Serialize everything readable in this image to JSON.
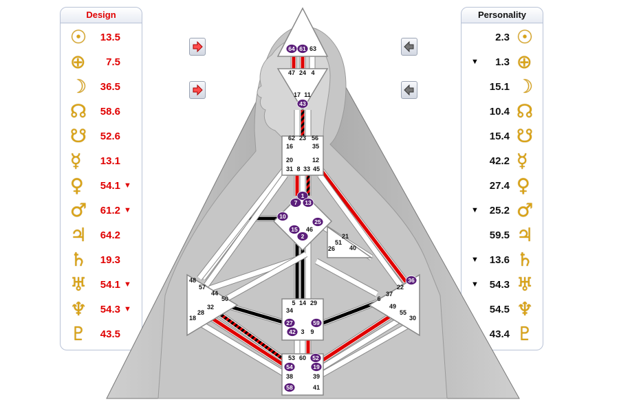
{
  "design": {
    "title": "Design",
    "rows": [
      {
        "planet": "sun-icon",
        "glyph": "☉",
        "value": "13.5",
        "arrow": ""
      },
      {
        "planet": "earth-icon",
        "glyph": "⊕",
        "value": "7.5",
        "arrow": ""
      },
      {
        "planet": "moon-icon",
        "glyph": "☽",
        "value": "36.5",
        "arrow": ""
      },
      {
        "planet": "north-node-icon",
        "glyph": "☊",
        "value": "58.6",
        "arrow": ""
      },
      {
        "planet": "south-node-icon",
        "glyph": "☋",
        "value": "52.6",
        "arrow": ""
      },
      {
        "planet": "mercury-icon",
        "glyph": "☿",
        "value": "13.1",
        "arrow": ""
      },
      {
        "planet": "venus-icon",
        "glyph": "♀",
        "value": "54.1",
        "arrow": "▼"
      },
      {
        "planet": "mars-icon",
        "glyph": "♂",
        "value": "61.2",
        "arrow": "▼"
      },
      {
        "planet": "jupiter-icon",
        "glyph": "♃",
        "value": "64.2",
        "arrow": ""
      },
      {
        "planet": "saturn-icon",
        "glyph": "♄",
        "value": "19.3",
        "arrow": ""
      },
      {
        "planet": "uranus-icon",
        "glyph": "♅",
        "value": "54.1",
        "arrow": "▼"
      },
      {
        "planet": "neptune-icon",
        "glyph": "♆",
        "value": "54.3",
        "arrow": "▼"
      },
      {
        "planet": "pluto-icon",
        "glyph": "♇",
        "value": "43.5",
        "arrow": ""
      }
    ]
  },
  "personality": {
    "title": "Personality",
    "rows": [
      {
        "planet": "sun-icon",
        "glyph": "☉",
        "value": "2.3",
        "arrow": ""
      },
      {
        "planet": "earth-icon",
        "glyph": "⊕",
        "value": "1.3",
        "arrow": "▼"
      },
      {
        "planet": "moon-icon",
        "glyph": "☽",
        "value": "15.1",
        "arrow": ""
      },
      {
        "planet": "north-node-icon",
        "glyph": "☊",
        "value": "10.4",
        "arrow": ""
      },
      {
        "planet": "south-node-icon",
        "glyph": "☋",
        "value": "15.4",
        "arrow": ""
      },
      {
        "planet": "mercury-icon",
        "glyph": "☿",
        "value": "42.2",
        "arrow": ""
      },
      {
        "planet": "venus-icon",
        "glyph": "♀",
        "value": "27.4",
        "arrow": ""
      },
      {
        "planet": "mars-icon",
        "glyph": "♂",
        "value": "25.2",
        "arrow": "▼"
      },
      {
        "planet": "jupiter-icon",
        "glyph": "♃",
        "value": "59.5",
        "arrow": ""
      },
      {
        "planet": "saturn-icon",
        "glyph": "♄",
        "value": "13.6",
        "arrow": "▼"
      },
      {
        "planet": "uranus-icon",
        "glyph": "♅",
        "value": "54.3",
        "arrow": "▼"
      },
      {
        "planet": "neptune-icon",
        "glyph": "♆",
        "value": "54.5",
        "arrow": ""
      },
      {
        "planet": "pluto-icon",
        "glyph": "♇",
        "value": "43.4",
        "arrow": ""
      }
    ]
  },
  "gates": [
    {
      "n": "64",
      "on": true
    },
    {
      "n": "61",
      "on": true
    },
    {
      "n": "63",
      "on": false
    },
    {
      "n": "47",
      "on": false
    },
    {
      "n": "24",
      "on": false
    },
    {
      "n": "4",
      "on": false
    },
    {
      "n": "17",
      "on": false
    },
    {
      "n": "11",
      "on": false
    },
    {
      "n": "43",
      "on": true
    },
    {
      "n": "62",
      "on": false
    },
    {
      "n": "23",
      "on": false
    },
    {
      "n": "56",
      "on": false
    },
    {
      "n": "16",
      "on": false
    },
    {
      "n": "35",
      "on": false
    },
    {
      "n": "20",
      "on": false
    },
    {
      "n": "12",
      "on": false
    },
    {
      "n": "31",
      "on": false
    },
    {
      "n": "8",
      "on": false
    },
    {
      "n": "33",
      "on": false
    },
    {
      "n": "45",
      "on": false
    },
    {
      "n": "1",
      "on": true
    },
    {
      "n": "7",
      "on": true
    },
    {
      "n": "13",
      "on": true
    },
    {
      "n": "10",
      "on": true
    },
    {
      "n": "25",
      "on": true
    },
    {
      "n": "15",
      "on": true
    },
    {
      "n": "46",
      "on": false
    },
    {
      "n": "2",
      "on": true
    },
    {
      "n": "21",
      "on": false
    },
    {
      "n": "51",
      "on": false
    },
    {
      "n": "26",
      "on": false
    },
    {
      "n": "40",
      "on": false
    },
    {
      "n": "48",
      "on": false
    },
    {
      "n": "57",
      "on": false
    },
    {
      "n": "44",
      "on": false
    },
    {
      "n": "50",
      "on": false
    },
    {
      "n": "32",
      "on": false
    },
    {
      "n": "28",
      "on": false
    },
    {
      "n": "18",
      "on": false
    },
    {
      "n": "36",
      "on": true
    },
    {
      "n": "22",
      "on": false
    },
    {
      "n": "37",
      "on": false
    },
    {
      "n": "6",
      "on": false
    },
    {
      "n": "49",
      "on": false
    },
    {
      "n": "55",
      "on": false
    },
    {
      "n": "30",
      "on": false
    },
    {
      "n": "5",
      "on": false
    },
    {
      "n": "14",
      "on": false
    },
    {
      "n": "29",
      "on": false
    },
    {
      "n": "34",
      "on": false
    },
    {
      "n": "27",
      "on": true
    },
    {
      "n": "59",
      "on": true
    },
    {
      "n": "42",
      "on": true
    },
    {
      "n": "3",
      "on": false
    },
    {
      "n": "9",
      "on": false
    },
    {
      "n": "53",
      "on": false
    },
    {
      "n": "60",
      "on": false
    },
    {
      "n": "52",
      "on": true
    },
    {
      "n": "54",
      "on": true
    },
    {
      "n": "19",
      "on": true
    },
    {
      "n": "38",
      "on": false
    },
    {
      "n": "39",
      "on": false
    },
    {
      "n": "58",
      "on": true
    },
    {
      "n": "41",
      "on": false
    }
  ],
  "colors": {
    "design": "#e00000",
    "personality": "#000000",
    "gate_badge": "#5b1e7a",
    "glyph": "#d9a317"
  }
}
